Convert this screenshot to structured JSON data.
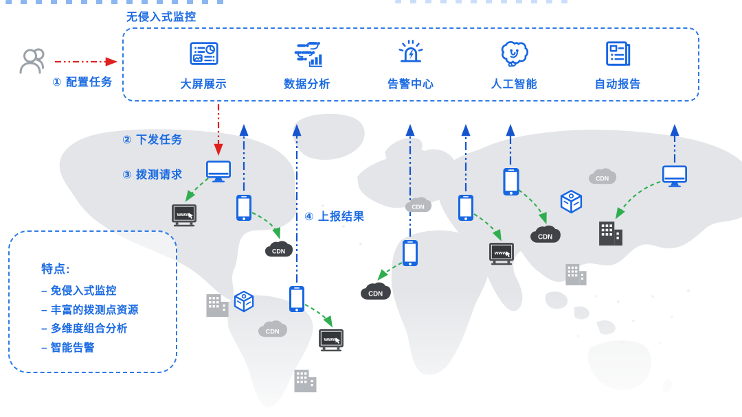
{
  "colors": {
    "primary_blue": "#1a6ae2",
    "icon_blue": "#1766e2",
    "arrow_red": "#e02020",
    "arrow_green": "#2fae4f",
    "map_gray": "#e3e5e8",
    "light_gray_icon": "#b7babf",
    "dark_gray_icon": "#3f4246",
    "person_gray": "#9aa1a8"
  },
  "monitor_box": {
    "title": "无侵入式监控",
    "items": [
      {
        "icon": "dashboard-icon",
        "label": "大屏展示"
      },
      {
        "icon": "data-analysis-icon",
        "label": "数据分析"
      },
      {
        "icon": "alert-center-icon",
        "label": "告警中心"
      },
      {
        "icon": "ai-icon",
        "label": "人工智能"
      },
      {
        "icon": "auto-report-icon",
        "label": "自动报告"
      }
    ]
  },
  "steps": {
    "step1": "① 配置任务",
    "step2": "② 下发任务",
    "step3": "③ 拨测请求",
    "step4": "④ 上报结果"
  },
  "features": {
    "title": "特点:",
    "items": [
      "–  免侵入式监控",
      "–  丰富的拨测点资源",
      "–  多维度组合分析",
      "–  智能告警"
    ]
  },
  "labels": {
    "cdn": "CDN",
    "www": "www"
  }
}
